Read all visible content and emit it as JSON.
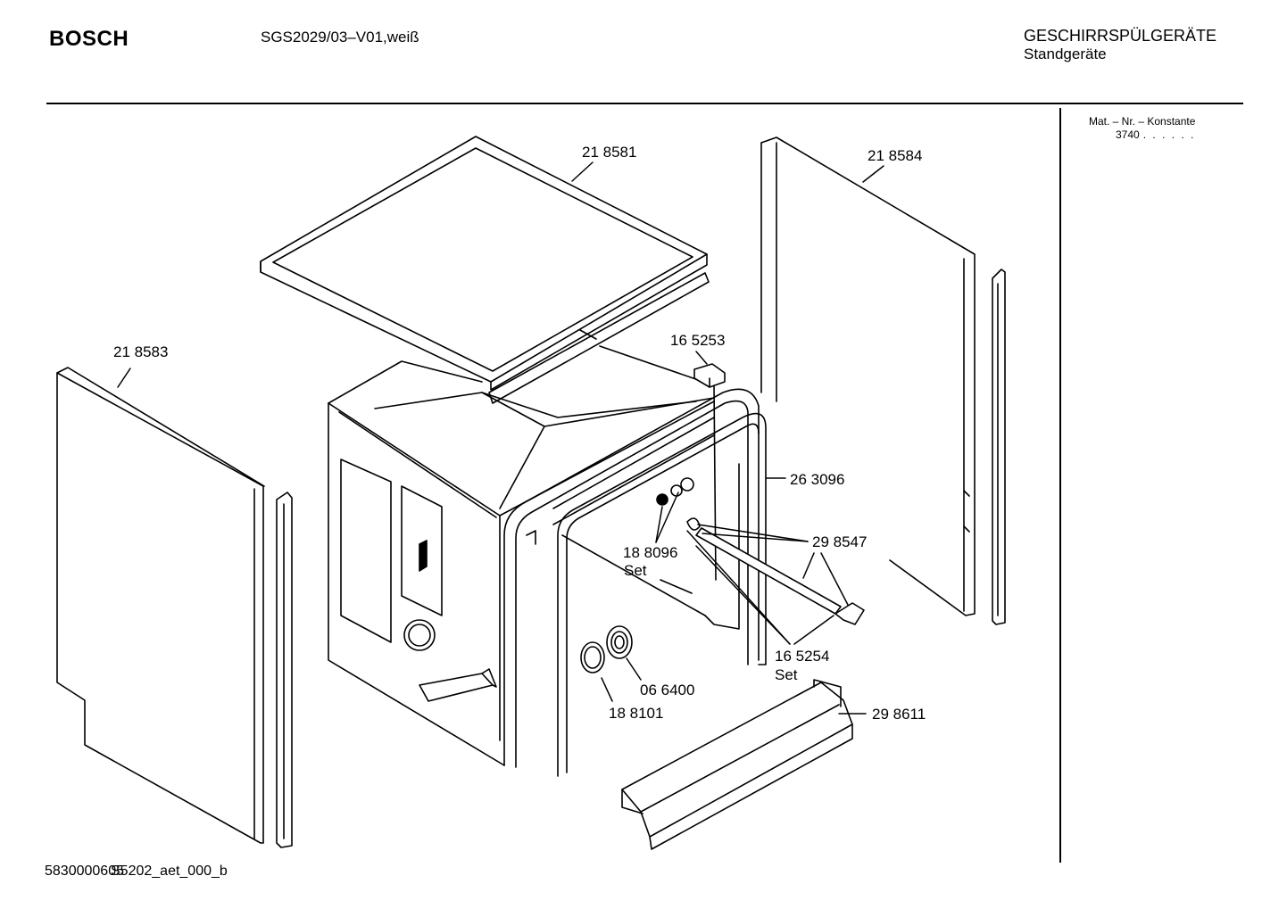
{
  "header": {
    "brand": "BOSCH",
    "model": "SGS2029/03–V01,weiß",
    "category_line1": "GESCHIRRSPÜLGERÄTE",
    "category_line2": "Standgeräte"
  },
  "sidebar": {
    "title": "Mat. – Nr. – Konstante",
    "entries": [
      {
        "number": "3740",
        "dots": ". .   . . . ."
      }
    ]
  },
  "parts": {
    "top_cover": "21 8581",
    "right_panel": "21 8584",
    "left_panel": "21 8583",
    "clip": "16 5253",
    "door_seal": "26 3096",
    "bracket_rod": "29 8547",
    "screw_set_number": "18 8096",
    "screw_set_suffix": "Set",
    "hinge_set_number": "16 5254",
    "hinge_set_suffix": "Set",
    "plug": "06 6400",
    "seal_ring": "18 8101",
    "base_panel": "29 8611"
  },
  "footer": {
    "document_id": "5830000605",
    "document_overlay": "S5202_aet_000_b"
  }
}
